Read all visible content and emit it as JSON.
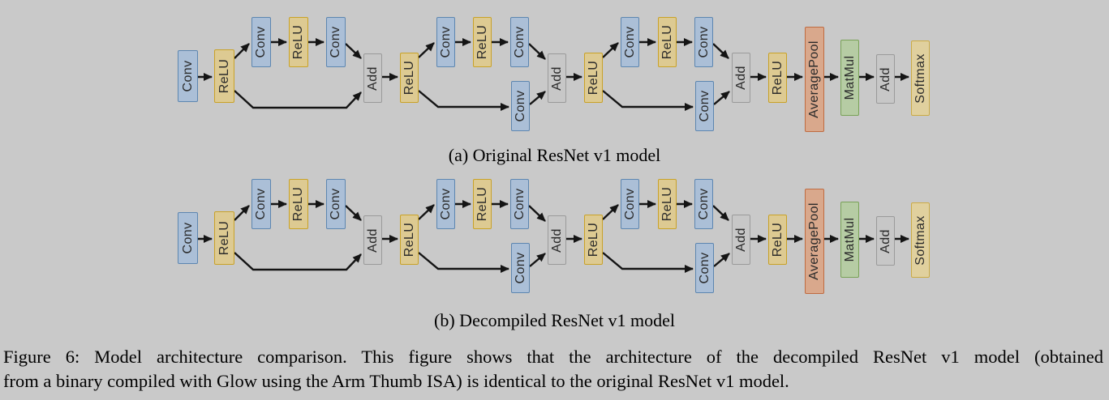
{
  "page": {
    "background": "#c9c9c9",
    "arrow_color": "#141414"
  },
  "palette": {
    "conv": {
      "fill": "#abbfd7",
      "border": "#5d86b0"
    },
    "relu": {
      "fill": "#ddca92",
      "border": "#c9a227"
    },
    "add": {
      "fill": "#c7c7c7",
      "border": "#9a9a9a"
    },
    "avgpool": {
      "fill": "#d9a88c",
      "border": "#bf6b41"
    },
    "matmul": {
      "fill": "#b6cca4",
      "border": "#79a258"
    },
    "softmax": {
      "fill": "#e0d09e",
      "border": "#ccab44"
    }
  },
  "figure": {
    "caption_lines": [
      "Figure 6: Model architecture comparison. This figure shows that the architecture of the decompiled ResNet v1 model (obtained",
      "from a binary compiled with Glow using the Arm Thumb ISA) is identical to the original ResNet v1 model."
    ],
    "subfigures": [
      {
        "caption": "(a) Original ResNet v1 model",
        "nodes": [
          {
            "label": "Conv",
            "type": "conv"
          },
          {
            "label": "ReLU",
            "type": "relu"
          },
          {
            "label": "Conv",
            "type": "conv"
          },
          {
            "label": "ReLU",
            "type": "relu"
          },
          {
            "label": "Conv",
            "type": "conv"
          },
          {
            "label": "Add",
            "type": "add"
          },
          {
            "label": "ReLU",
            "type": "relu"
          },
          {
            "label": "Conv",
            "type": "conv"
          },
          {
            "label": "ReLU",
            "type": "relu"
          },
          {
            "label": "Conv",
            "type": "conv"
          },
          {
            "label": "Conv",
            "type": "conv"
          },
          {
            "label": "Add",
            "type": "add"
          },
          {
            "label": "ReLU",
            "type": "relu"
          },
          {
            "label": "Conv",
            "type": "conv"
          },
          {
            "label": "ReLU",
            "type": "relu"
          },
          {
            "label": "Conv",
            "type": "conv"
          },
          {
            "label": "Conv",
            "type": "conv"
          },
          {
            "label": "Add",
            "type": "add"
          },
          {
            "label": "ReLU",
            "type": "relu"
          },
          {
            "label": "AveragePool",
            "type": "avgpool"
          },
          {
            "label": "MatMul",
            "type": "matmul"
          },
          {
            "label": "Add",
            "type": "add"
          },
          {
            "label": "Softmax",
            "type": "softmax"
          }
        ]
      },
      {
        "caption": "(b) Decompiled ResNet v1 model",
        "nodes": [
          {
            "label": "Conv",
            "type": "conv"
          },
          {
            "label": "ReLU",
            "type": "relu"
          },
          {
            "label": "Conv",
            "type": "conv"
          },
          {
            "label": "ReLU",
            "type": "relu"
          },
          {
            "label": "Conv",
            "type": "conv"
          },
          {
            "label": "Add",
            "type": "add"
          },
          {
            "label": "ReLU",
            "type": "relu"
          },
          {
            "label": "Conv",
            "type": "conv"
          },
          {
            "label": "ReLU",
            "type": "relu"
          },
          {
            "label": "Conv",
            "type": "conv"
          },
          {
            "label": "Conv",
            "type": "conv"
          },
          {
            "label": "Add",
            "type": "add"
          },
          {
            "label": "ReLU",
            "type": "relu"
          },
          {
            "label": "Conv",
            "type": "conv"
          },
          {
            "label": "ReLU",
            "type": "relu"
          },
          {
            "label": "Conv",
            "type": "conv"
          },
          {
            "label": "Conv",
            "type": "conv"
          },
          {
            "label": "Add",
            "type": "add"
          },
          {
            "label": "ReLU",
            "type": "relu"
          },
          {
            "label": "AveragePool",
            "type": "avgpool"
          },
          {
            "label": "MatMul",
            "type": "matmul"
          },
          {
            "label": "Add",
            "type": "add"
          },
          {
            "label": "Softmax",
            "type": "softmax"
          }
        ]
      }
    ]
  }
}
